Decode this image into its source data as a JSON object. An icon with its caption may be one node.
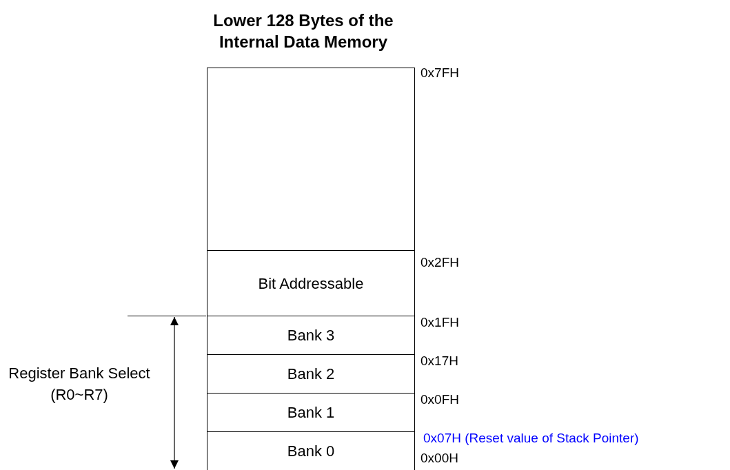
{
  "diagram": {
    "title": "Lower 128 Bytes of the Internal Data Memory",
    "nodes": [
      {
        "text": [],
        "shape": "box"
      },
      {
        "text": [
          "Bit Addressable"
        ]
      },
      {
        "text": [
          "Bank 3"
        ]
      },
      {
        "text": [
          "Bank 2"
        ]
      },
      {
        "text": [
          "Bank 1"
        ]
      },
      {
        "text": [
          "Bank 0"
        ]
      }
    ],
    "edges": [],
    "labels": [
      "0x7FH",
      "0x2FH",
      "0x1FH",
      "0x17H",
      "0x0FH",
      "0x07H (Reset value of Stack Pointer)",
      "0x00H",
      "Register Bank Select (R0~R7)"
    ]
  }
}
